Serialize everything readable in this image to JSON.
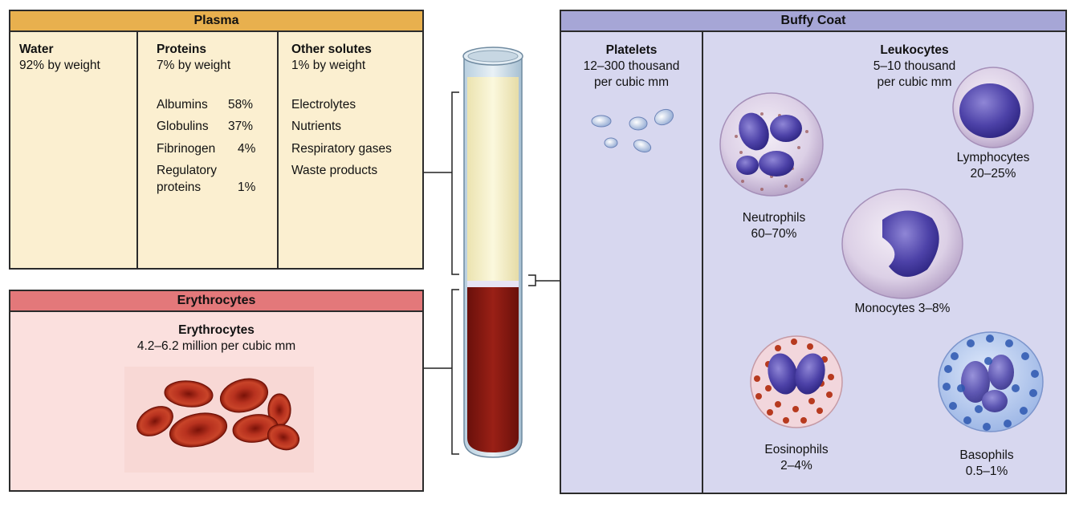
{
  "plasma": {
    "title": "Plasma",
    "water": {
      "heading": "Water",
      "sub": "92% by weight"
    },
    "proteins": {
      "heading": "Proteins",
      "sub": "7% by weight",
      "items": [
        {
          "name": "Albumins",
          "pct": "58%"
        },
        {
          "name": "Globulins",
          "pct": "37%"
        },
        {
          "name": "Fibrinogen",
          "pct": "4%"
        },
        {
          "name": "Regulatory",
          "name2": "proteins",
          "pct": "1%"
        }
      ]
    },
    "other": {
      "heading": "Other solutes",
      "sub": "1% by weight",
      "items": [
        "Electrolytes",
        "Nutrients",
        "Respiratory gases",
        "Waste products"
      ]
    }
  },
  "erythrocytes": {
    "title": "Erythrocytes",
    "heading": "Erythrocytes",
    "sub": "4.2–6.2 million per cubic mm"
  },
  "buffy": {
    "title": "Buffy Coat",
    "platelets": {
      "heading": "Platelets",
      "line1": "12–300 thousand",
      "line2": "per cubic mm"
    },
    "leukocytes": {
      "heading": "Leukocytes",
      "line1": "5–10 thousand",
      "line2": "per cubic mm"
    },
    "cells": {
      "neutrophils": {
        "name": "Neutrophils",
        "pct": "60–70%"
      },
      "lymphocytes": {
        "name": "Lymphocytes",
        "pct": "20–25%"
      },
      "monocytes": {
        "label": "Monocytes 3–8%"
      },
      "eosinophils": {
        "name": "Eosinophils",
        "pct": "2–4%"
      },
      "basophils": {
        "name": "Basophils",
        "pct": "0.5–1%"
      }
    }
  },
  "colors": {
    "plasma_header": "#e8b04e",
    "plasma_bg": "#fbefd0",
    "erythro_header": "#e3787a",
    "erythro_bg": "#fbe0de",
    "buffy_header": "#a6a6d6",
    "buffy_bg": "#d7d7ef",
    "blood": "#8c1a14",
    "plasma_fluid": "#f3eec7"
  }
}
